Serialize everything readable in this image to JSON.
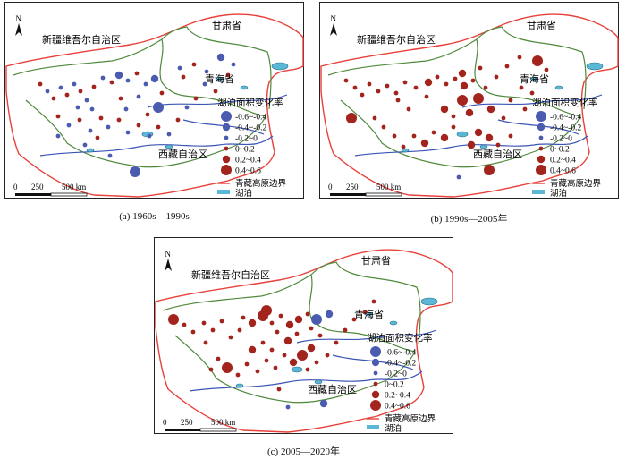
{
  "panels": [
    {
      "id": "a",
      "caption": "(a) 1960s—1990s"
    },
    {
      "id": "b",
      "caption": "(b) 1990s—2005年"
    },
    {
      "id": "c",
      "caption": "(c) 2005—2020年"
    }
  ],
  "labels": {
    "north": "N",
    "xinjiang": "新疆维吾尔自治区",
    "gansu": "甘肃省",
    "qinghai": "青海省",
    "tibet": "西藏自治区"
  },
  "legend": {
    "title": "湖泊面积变化率",
    "classes": [
      "-0.6~-0.4",
      "-0.4~-0.2",
      "-0.2~0",
      "0~0.2",
      "0.2~0.4",
      "0.4~0.6"
    ],
    "boundary_label": "青藏高原边界",
    "lake_label": "湖泊"
  },
  "scalebar": {
    "ticks": [
      "0",
      "250",
      "500 km"
    ]
  },
  "colors": {
    "negative": "#4a5bb0",
    "positive": "#a3231d",
    "boundary": "#e8403a",
    "province": "#4f8a3c",
    "river": "#3a55b5",
    "lake": "#5bb7d6"
  }
}
